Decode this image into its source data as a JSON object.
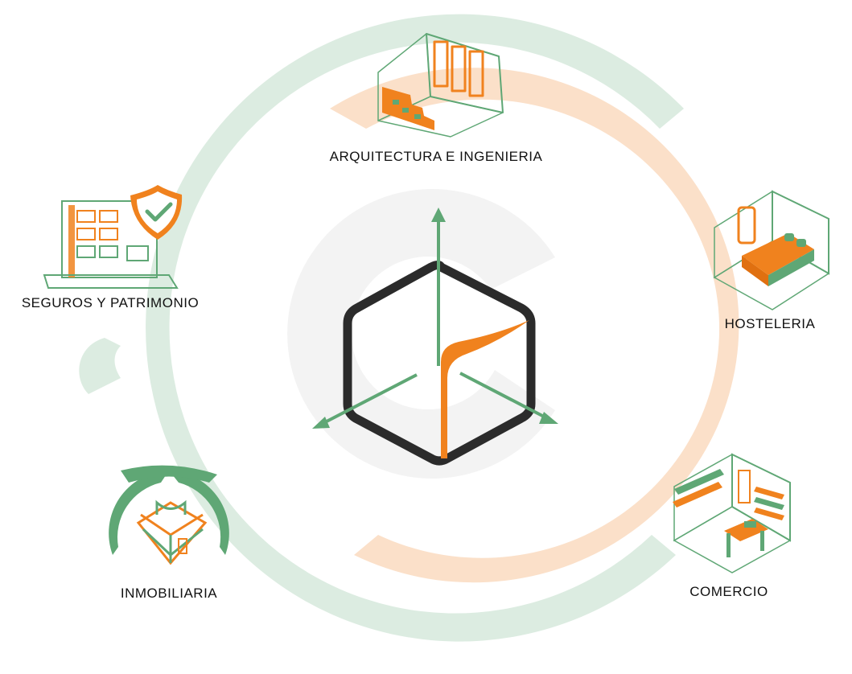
{
  "colors": {
    "green": "#5fa775",
    "green_light": "#dcece1",
    "orange": "#f0821e",
    "orange_light": "#fbe0c9",
    "cube_stroke": "#2b2b2b",
    "watermark": "#f4f4f4"
  },
  "sectors": {
    "arquitectura": {
      "label": "ARQUITECTURA E INGENIERIA",
      "icon": "architecture-room-icon"
    },
    "seguros": {
      "label": "SEGUROS Y PATRIMONIO",
      "icon": "insurance-building-shield-icon"
    },
    "hosteleria": {
      "label": "HOSTELERIA",
      "icon": "hotel-room-bed-icon"
    },
    "comercio": {
      "label": "COMERCIO",
      "icon": "shop-shelves-icon"
    },
    "inmobiliaria": {
      "label": "INMOBILIARIA",
      "icon": "real-estate-house-icon"
    }
  },
  "center": {
    "icon": "3d-cube-axes-logo"
  }
}
